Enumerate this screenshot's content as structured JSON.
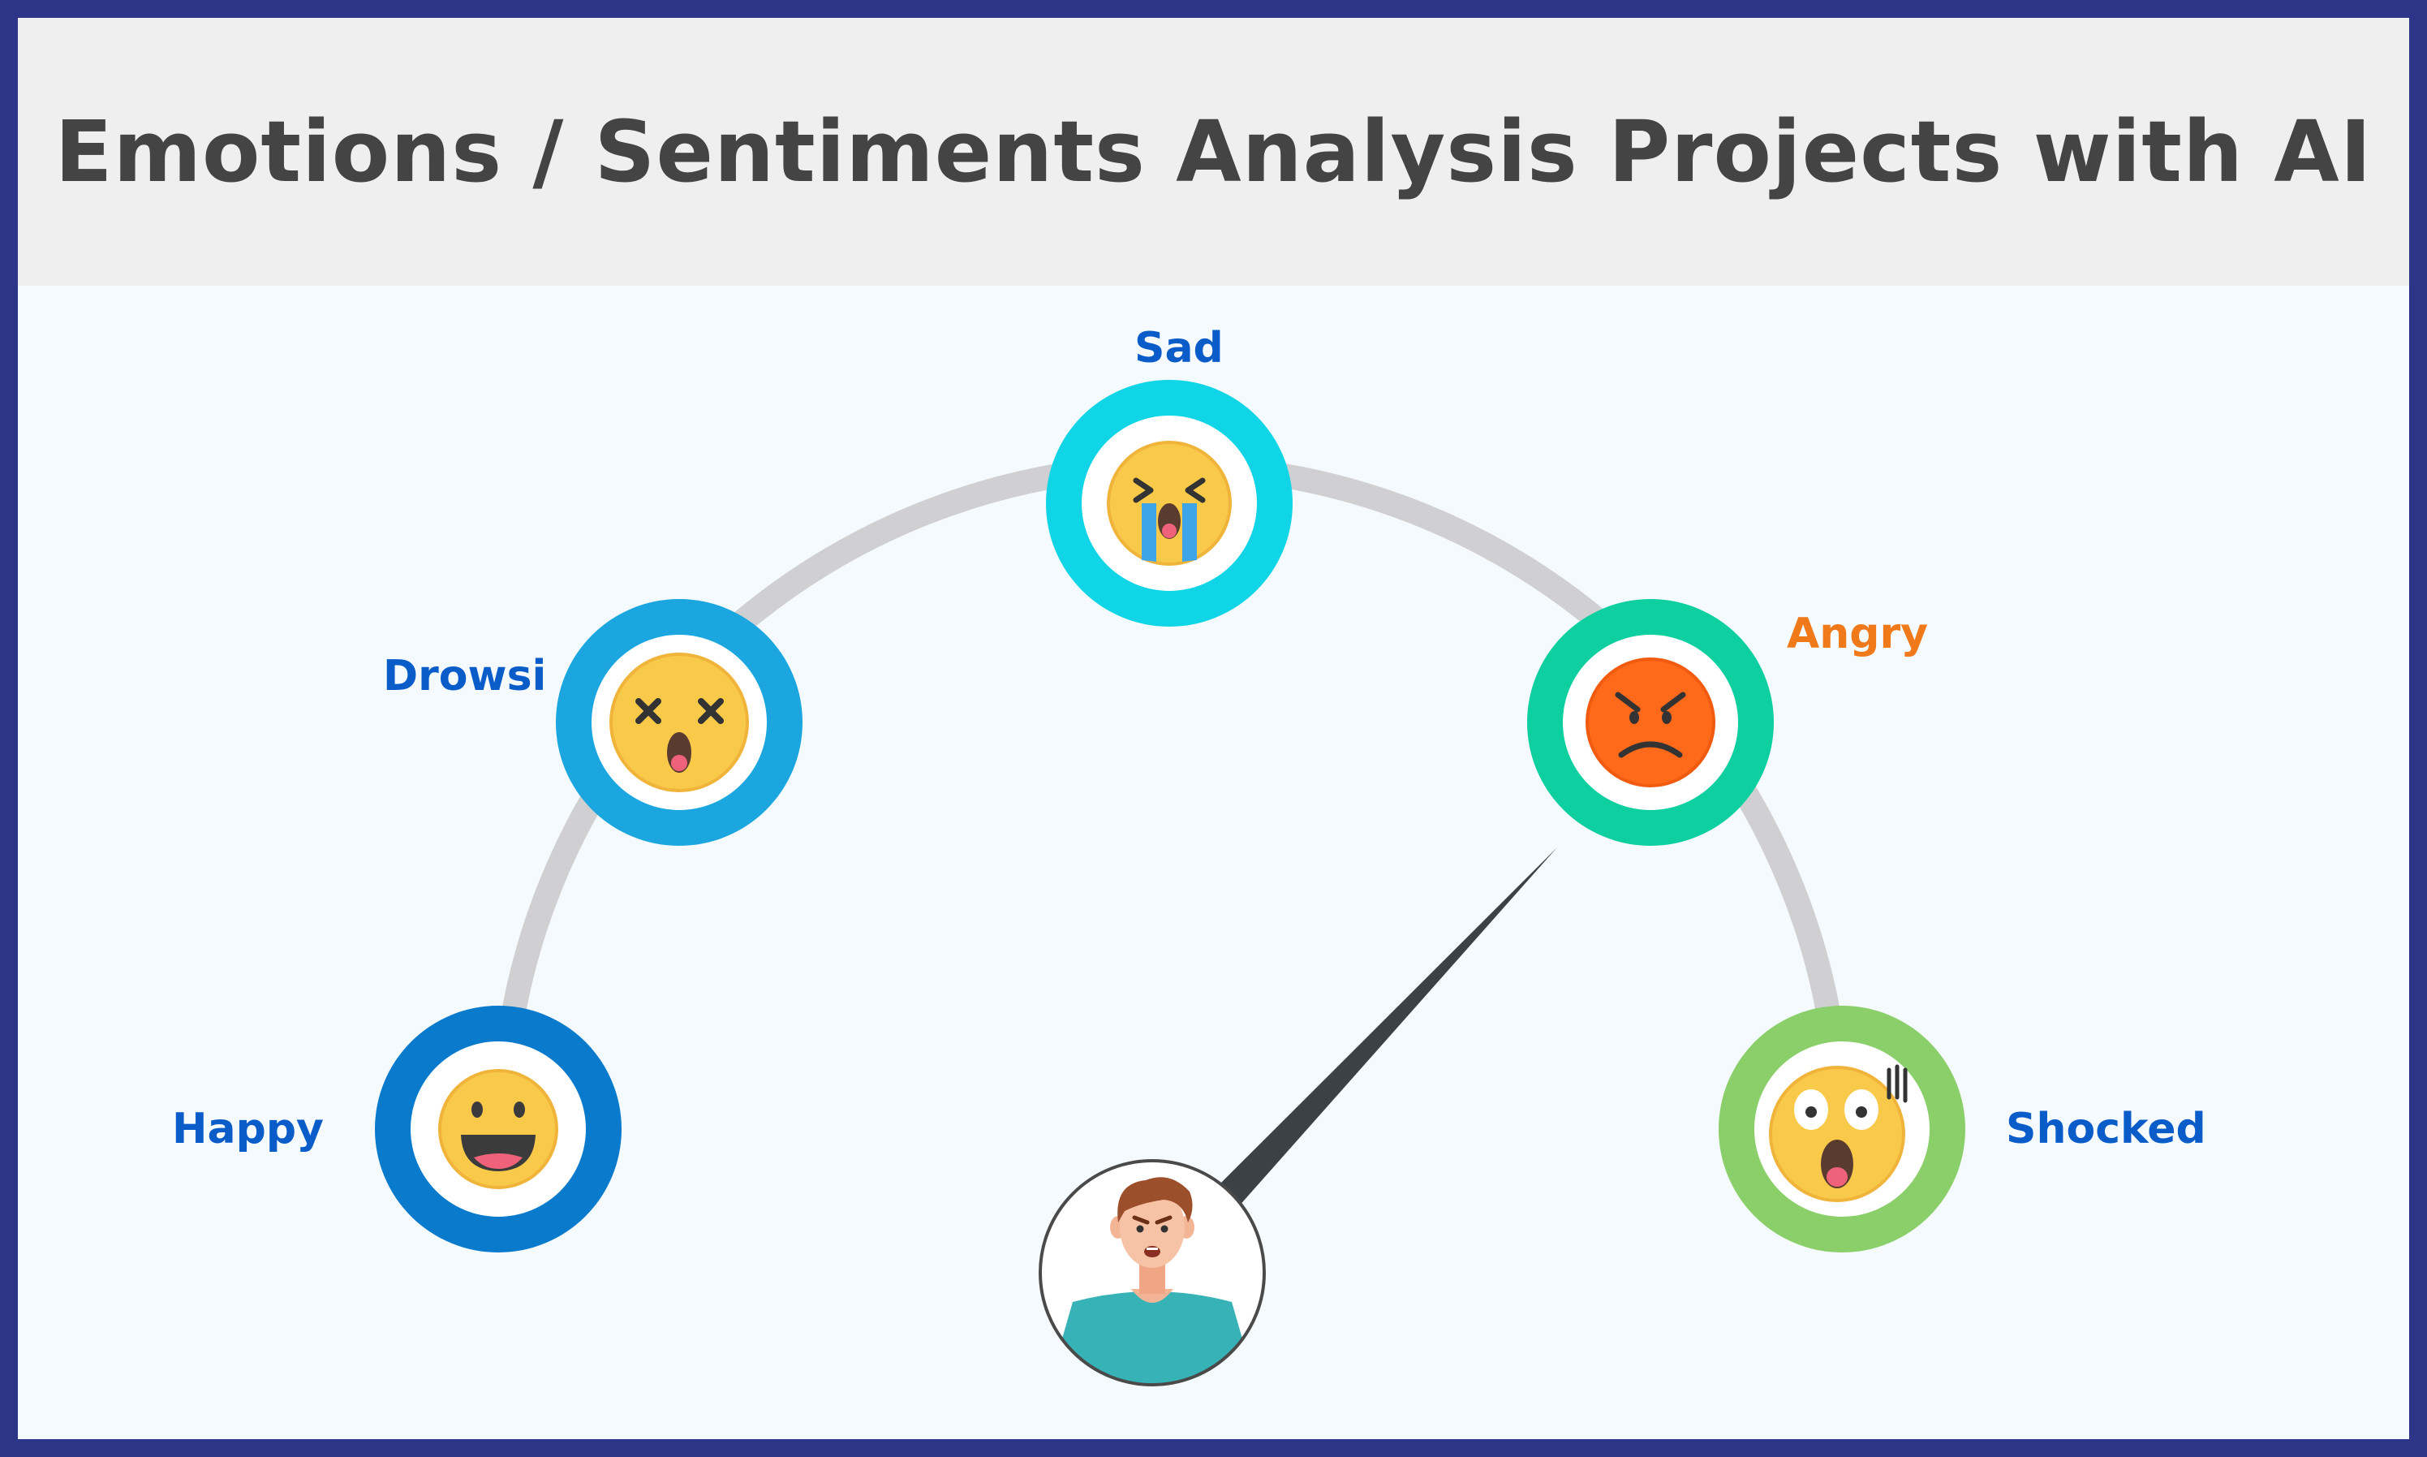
{
  "title": "Emotions / Sentiments Analysis Projects with AI",
  "emotions": [
    {
      "id": "happy",
      "label": "Happy",
      "ring_color": "#0a7bcc",
      "label_color": "#0a5cc9",
      "face": "happy"
    },
    {
      "id": "drowsi",
      "label": "Drowsi",
      "ring_color": "#1ba6e0",
      "label_color": "#0a5cc9",
      "face": "dizzy"
    },
    {
      "id": "sad",
      "label": "Sad",
      "ring_color": "#0fd5e6",
      "label_color": "#0a5cc9",
      "face": "crying"
    },
    {
      "id": "angry",
      "label": "Angry",
      "ring_color": "#0ecf9f",
      "label_color": "#f07a1a",
      "face": "angry"
    },
    {
      "id": "shocked",
      "label": "Shocked",
      "ring_color": "#8bcf6a",
      "label_color": "#0a5cc9",
      "face": "shocked"
    }
  ],
  "colors": {
    "frame": "#2d3589",
    "header_bg": "#efefef",
    "title": "#444444",
    "arc": "#d0d0d2",
    "needle": "#3c4146",
    "background": "#f4fafd"
  },
  "icons": [
    "happy-face-icon",
    "dizzy-face-icon",
    "crying-face-icon",
    "angry-face-icon",
    "shocked-face-icon",
    "person-avatar-icon"
  ]
}
